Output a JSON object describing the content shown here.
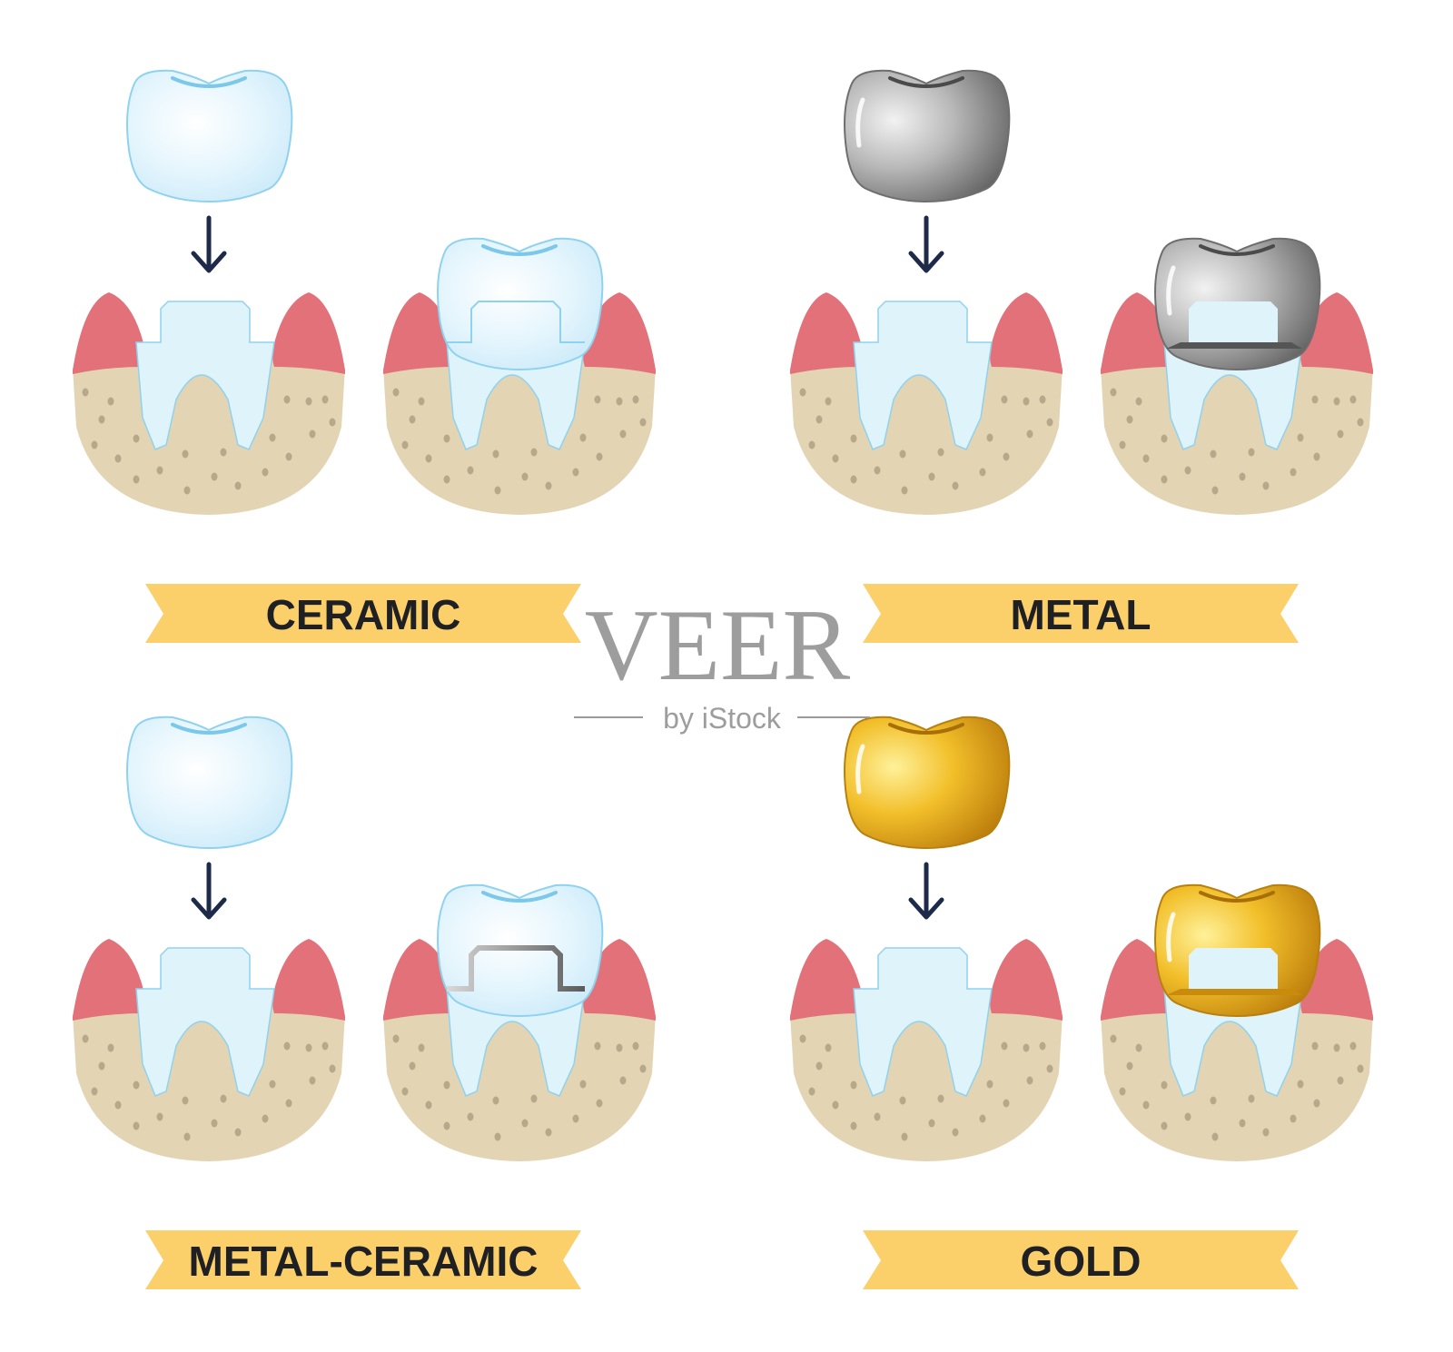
{
  "panels": [
    {
      "id": "ceramic",
      "label": "CERAMIC",
      "crown": "ceramic",
      "core": "none"
    },
    {
      "id": "metal",
      "label": "METAL",
      "crown": "metal",
      "core": "none"
    },
    {
      "id": "metal-ceramic",
      "label": "METAL-CERAMIC",
      "crown": "ceramic",
      "core": "metal"
    },
    {
      "id": "gold",
      "label": "GOLD",
      "crown": "gold",
      "core": "none"
    }
  ],
  "watermark": {
    "brand": "VEER",
    "sub": "by iStock"
  },
  "colors": {
    "gum": "#e2717a",
    "bone": "#e3d4b4",
    "bone_dot": "#b8a88a",
    "tooth": "#dff3fb",
    "tooth_edge": "#8fd2ef",
    "banner": "#fbcf69",
    "arrow": "#1e2a4a",
    "ceramic_crown": "#d4eefa",
    "metal_crown": "#9a9a9a",
    "gold_crown": "#e4a51e"
  }
}
